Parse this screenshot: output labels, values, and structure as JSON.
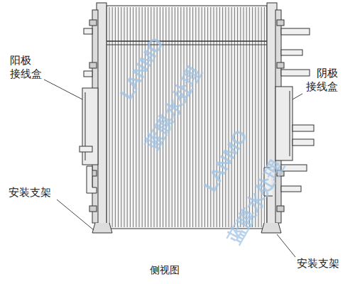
{
  "diagram": {
    "caption": "侧视图",
    "labels": [
      "阳极 接线盒",
      "阴极 接线盒",
      "安装支架",
      "安装支架",
      "LANMO",
      "蓝膜水处理",
      "LANMO",
      "蓝膜水处理"
    ]
  }
}
